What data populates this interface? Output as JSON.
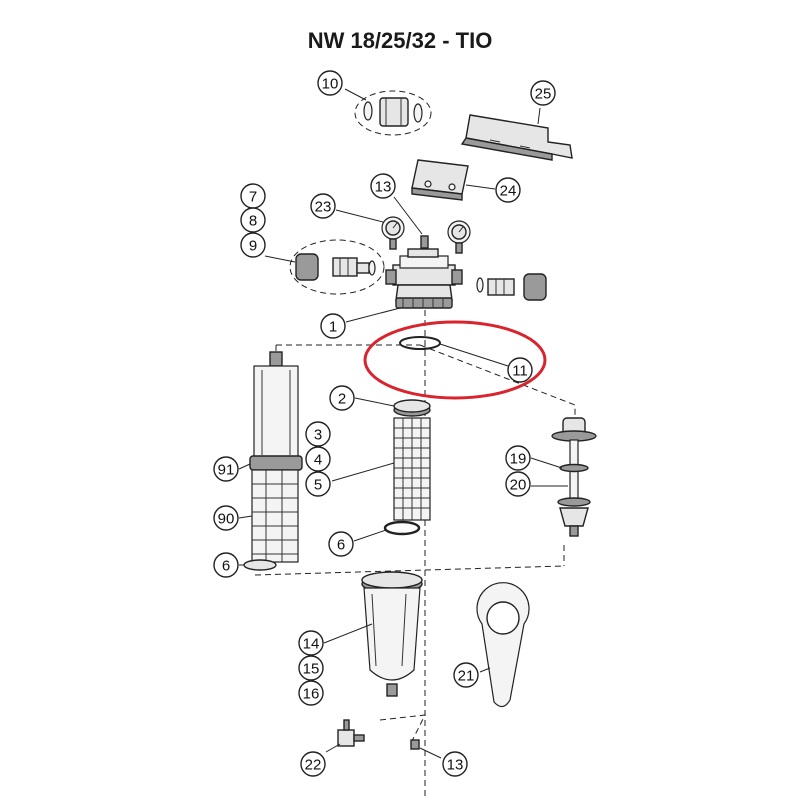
{
  "title": "NW 18/25/32 - TIO",
  "callouts": {
    "c10": "10",
    "c25": "25",
    "c13a": "13",
    "c24": "24",
    "c7": "7",
    "c8": "8",
    "c9": "9",
    "c23": "23",
    "c1": "1",
    "c11": "11",
    "c2": "2",
    "c3": "3",
    "c4": "4",
    "c5": "5",
    "c91": "91",
    "c90": "90",
    "c6a": "6",
    "c6b": "6",
    "c19": "19",
    "c20": "20",
    "c14": "14",
    "c15": "15",
    "c16": "16",
    "c21": "21",
    "c22": "22",
    "c13b": "13"
  },
  "highlight": {
    "color": "#d9232d",
    "target": "11"
  }
}
